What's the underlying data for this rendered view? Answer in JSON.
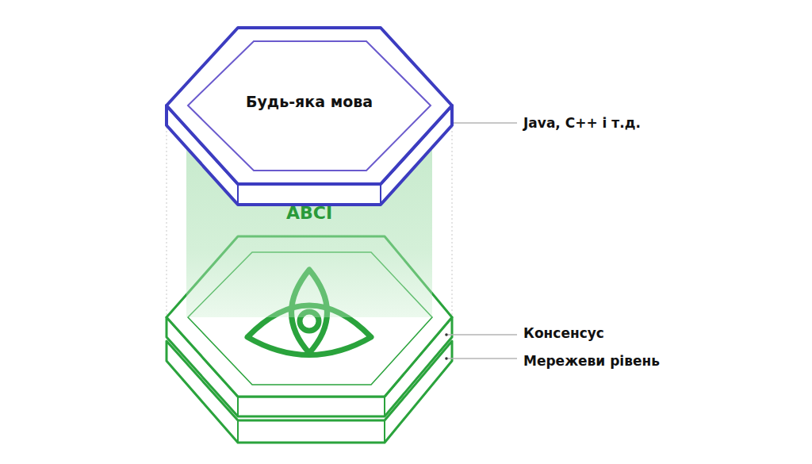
{
  "diagram": {
    "nodes": [
      {
        "text": [
          "Будь-яка мова"
        ]
      },
      {
        "text": [
          "ABCI"
        ]
      }
    ],
    "labels": [
      "Java, C++ і т.д.",
      "Консенсус",
      "Мережеви рівень"
    ]
  }
}
